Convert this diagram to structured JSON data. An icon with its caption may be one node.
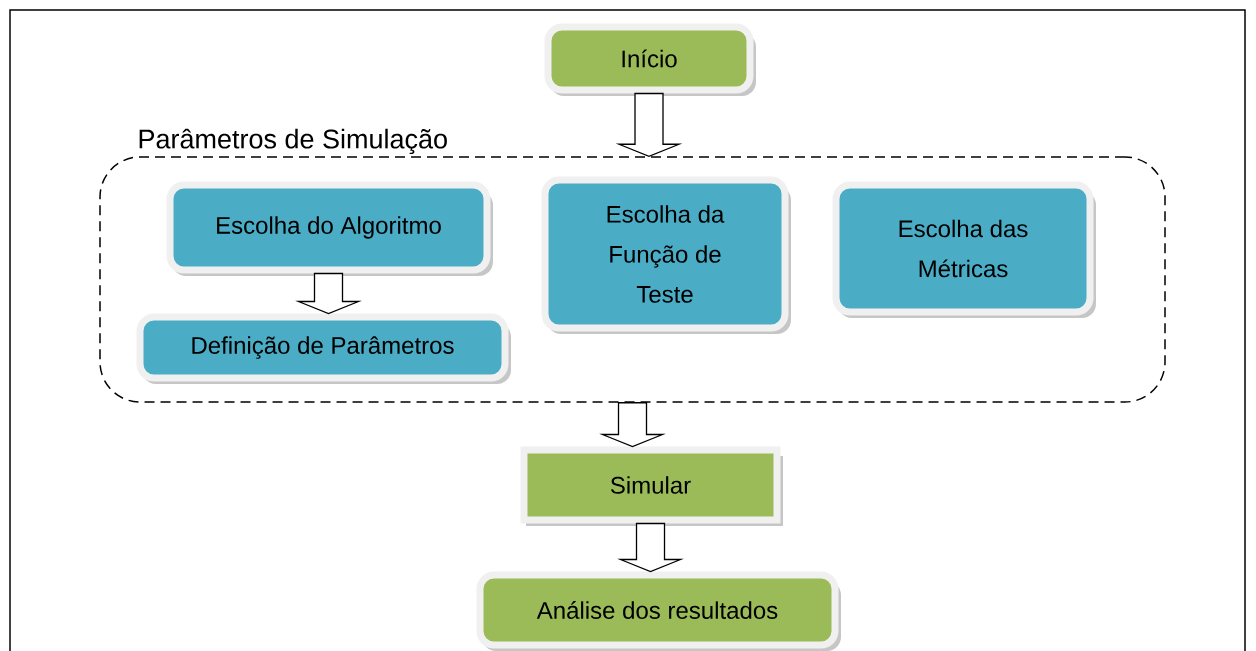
{
  "diagram": {
    "nodes": [
      {
        "text": [
          "Início"
        ]
      },
      {
        "text": [
          "Parâmetros de Simulação"
        ]
      },
      {
        "text": [
          "Escolha do Algoritmo"
        ],
        "in": 1
      },
      {
        "text": [
          "Definição de Parâmetros"
        ],
        "in": 1
      },
      {
        "text": [
          "Escolha da Função de Teste"
        ],
        "in": 1
      },
      {
        "text": [
          "Escolha das Métricas"
        ],
        "in": 1
      },
      {
        "text": [
          "Simular"
        ]
      },
      {
        "text": [
          "Análise dos resultados"
        ]
      }
    ],
    "edges": [
      {
        "from": 0,
        "to": 1,
        "arrow": "to"
      },
      {
        "from": 2,
        "to": 3,
        "arrow": "to"
      },
      {
        "from": 1,
        "to": 6,
        "arrow": "to"
      },
      {
        "from": 6,
        "to": 7,
        "arrow": "to"
      }
    ]
  }
}
